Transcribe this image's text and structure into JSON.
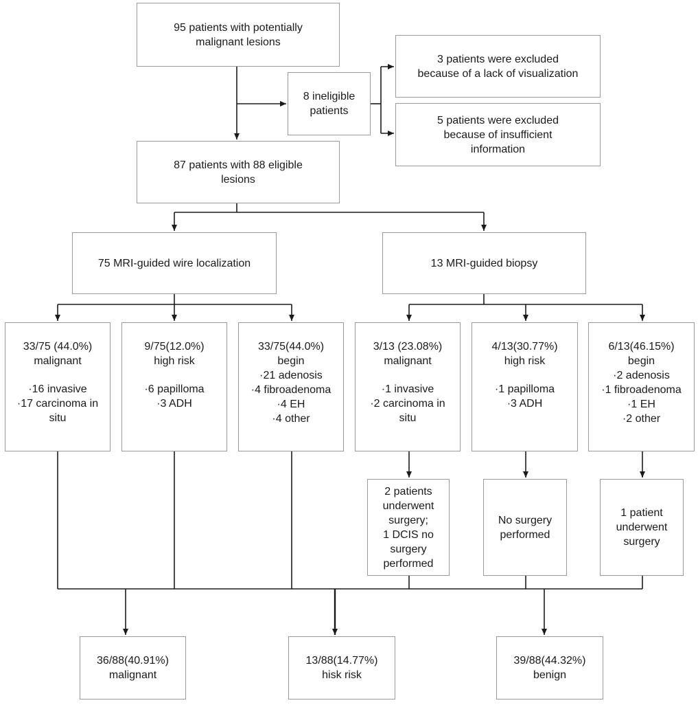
{
  "nodes": {
    "start": [
      "95 patients with potentially",
      "malignant lesions"
    ],
    "ineligible": [
      "8 ineligible",
      "patients"
    ],
    "excluded_visualization": [
      "3 patients were excluded",
      "because of a lack of visualization"
    ],
    "excluded_information": [
      "5 patients were excluded",
      "because of insufficient",
      "information"
    ],
    "eligible": [
      "87 patients with 88 eligible",
      "lesions"
    ],
    "wire": [
      "75 MRI-guided wire localization"
    ],
    "biopsy": [
      "13 MRI-guided biopsy"
    ],
    "wire_malignant": {
      "head": [
        "33/75 (44.0%)",
        "malignant"
      ],
      "items": [
        "·16 invasive",
        "·17 carcinoma in",
        "situ"
      ]
    },
    "wire_highrisk": {
      "head": [
        "9/75(12.0%)",
        "high risk"
      ],
      "items": [
        "·6 papilloma",
        "·3 ADH"
      ]
    },
    "wire_benign": {
      "head": [
        "33/75(44.0%)",
        "begin"
      ],
      "items": [
        "·21 adenosis",
        "·4 fibroadenoma",
        "·4 EH",
        "·4 other"
      ]
    },
    "biopsy_malignant": {
      "head": [
        "3/13 (23.08%)",
        "malignant"
      ],
      "items": [
        "·1 invasive",
        "·2 carcinoma in",
        "situ"
      ]
    },
    "biopsy_highrisk": {
      "head": [
        "4/13(30.77%)",
        "high risk"
      ],
      "items": [
        "·1 papilloma",
        "·3 ADH"
      ]
    },
    "biopsy_benign": {
      "head": [
        "6/13(46.15%)",
        "begin"
      ],
      "items": [
        "·2 adenosis",
        "·1 fibroadenoma",
        "·1 EH",
        "·2 other"
      ]
    },
    "surgery_malignant": [
      "2 patients",
      "underwent",
      "surgery;",
      "1 DCIS no",
      "surgery",
      "performed"
    ],
    "surgery_highrisk": [
      "No surgery",
      "performed"
    ],
    "surgery_benign": [
      "1 patient",
      "underwent",
      "surgery"
    ],
    "final_malignant": [
      "36/88(40.91%)",
      "malignant"
    ],
    "final_highrisk": [
      "13/88(14.77%)",
      "hisk risk"
    ],
    "final_benign": [
      "39/88(44.32%)",
      "benign"
    ]
  },
  "colors": {
    "line": "#1a1a1a",
    "border": "#9a9a9a",
    "text": "#1a1a1a"
  }
}
